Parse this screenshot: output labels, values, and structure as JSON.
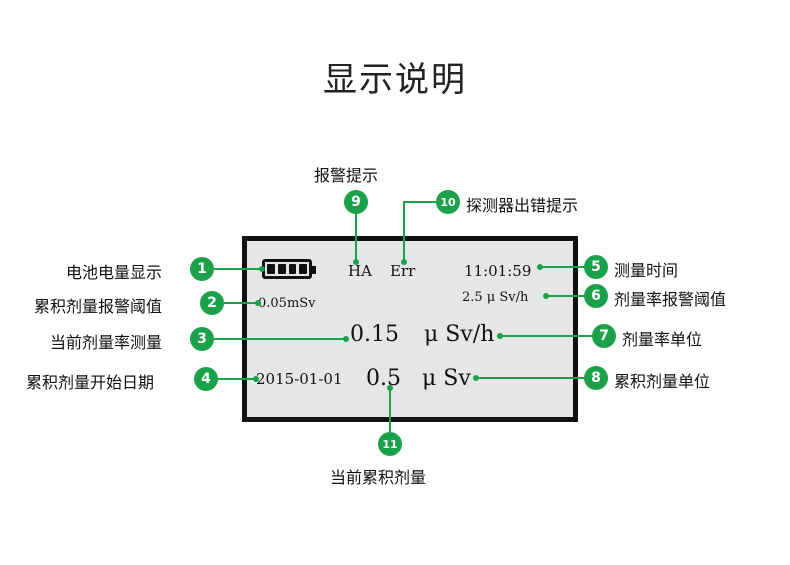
{
  "title": "显示说明",
  "lcd": {
    "alarm_flag": "HA",
    "error_flag": "Err",
    "time": "11:01:59",
    "dose_alarm_threshold": "0.05mSv",
    "dose_rate_alarm_threshold": "2.5 μ Sv/h",
    "dose_rate_value": "0.15",
    "dose_rate_unit": "μ Sv/h",
    "start_date": "2015-01-01",
    "dose_value": "0.5",
    "dose_unit": "μ Sv"
  },
  "callouts": [
    {
      "num": "1",
      "label": "电池电量显示"
    },
    {
      "num": "2",
      "label": "累积剂量报警阈值"
    },
    {
      "num": "3",
      "label": "当前剂量率测量"
    },
    {
      "num": "4",
      "label": "累积剂量开始日期"
    },
    {
      "num": "5",
      "label": "测量时间"
    },
    {
      "num": "6",
      "label": "剂量率报警阈值"
    },
    {
      "num": "7",
      "label": "剂量率单位"
    },
    {
      "num": "8",
      "label": "累积剂量单位"
    },
    {
      "num": "9",
      "label": "报警提示"
    },
    {
      "num": "10",
      "label": "探测器出错提示"
    },
    {
      "num": "11",
      "label": "当前累积剂量"
    }
  ],
  "colors": {
    "badge": "#1aa14a",
    "lcd_bg": "#e6e6e6"
  }
}
